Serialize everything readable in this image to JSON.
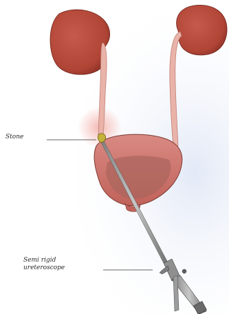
{
  "labels": {
    "stone": "Stone",
    "scope_line1": "Semi rigid",
    "scope_line2": "ureteroscope"
  },
  "colors": {
    "kidney": "#b94a3e",
    "kidney_dark": "#8a2f25",
    "ureter": "#e9b3a9",
    "bladder": "#c86a63",
    "bladder_inner": "#a9655d",
    "stone": "#c4b23a",
    "inflammation": "#f2a8a0",
    "scope": "#9a9a9a",
    "background_tint": "#dfe6f5"
  }
}
